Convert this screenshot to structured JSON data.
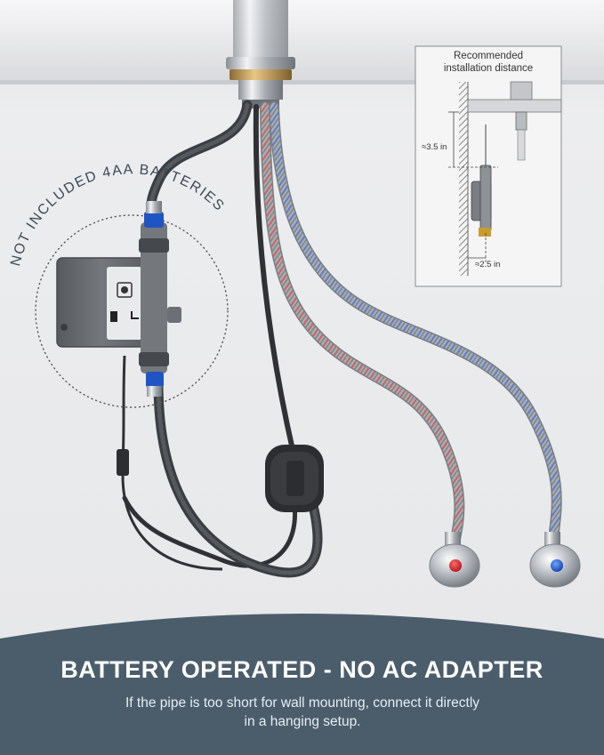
{
  "badge": {
    "text": "NOT INCLUDED 4AA BATTERIES"
  },
  "inset": {
    "title_line1": "Recommended",
    "title_line2": "installation distance",
    "vertical_distance": "≈3.5 in",
    "horizontal_distance": "≈2.5 in"
  },
  "footer": {
    "headline": "BATTERY OPERATED - NO AC ADAPTER",
    "subline_line1": "If the pipe is too short for wall mounting, connect it directly",
    "subline_line2": "in a hanging setup."
  },
  "colors": {
    "background": "#e9eaec",
    "footer_band": "#4b5d6b",
    "hot_indicator": "#d8262b",
    "cold_indicator": "#1f5fcf",
    "module_body": "#6b6e73"
  },
  "icons": [
    "hot-valve-icon",
    "cold-valve-icon",
    "battery-module-icon",
    "ferrite-core-icon"
  ]
}
